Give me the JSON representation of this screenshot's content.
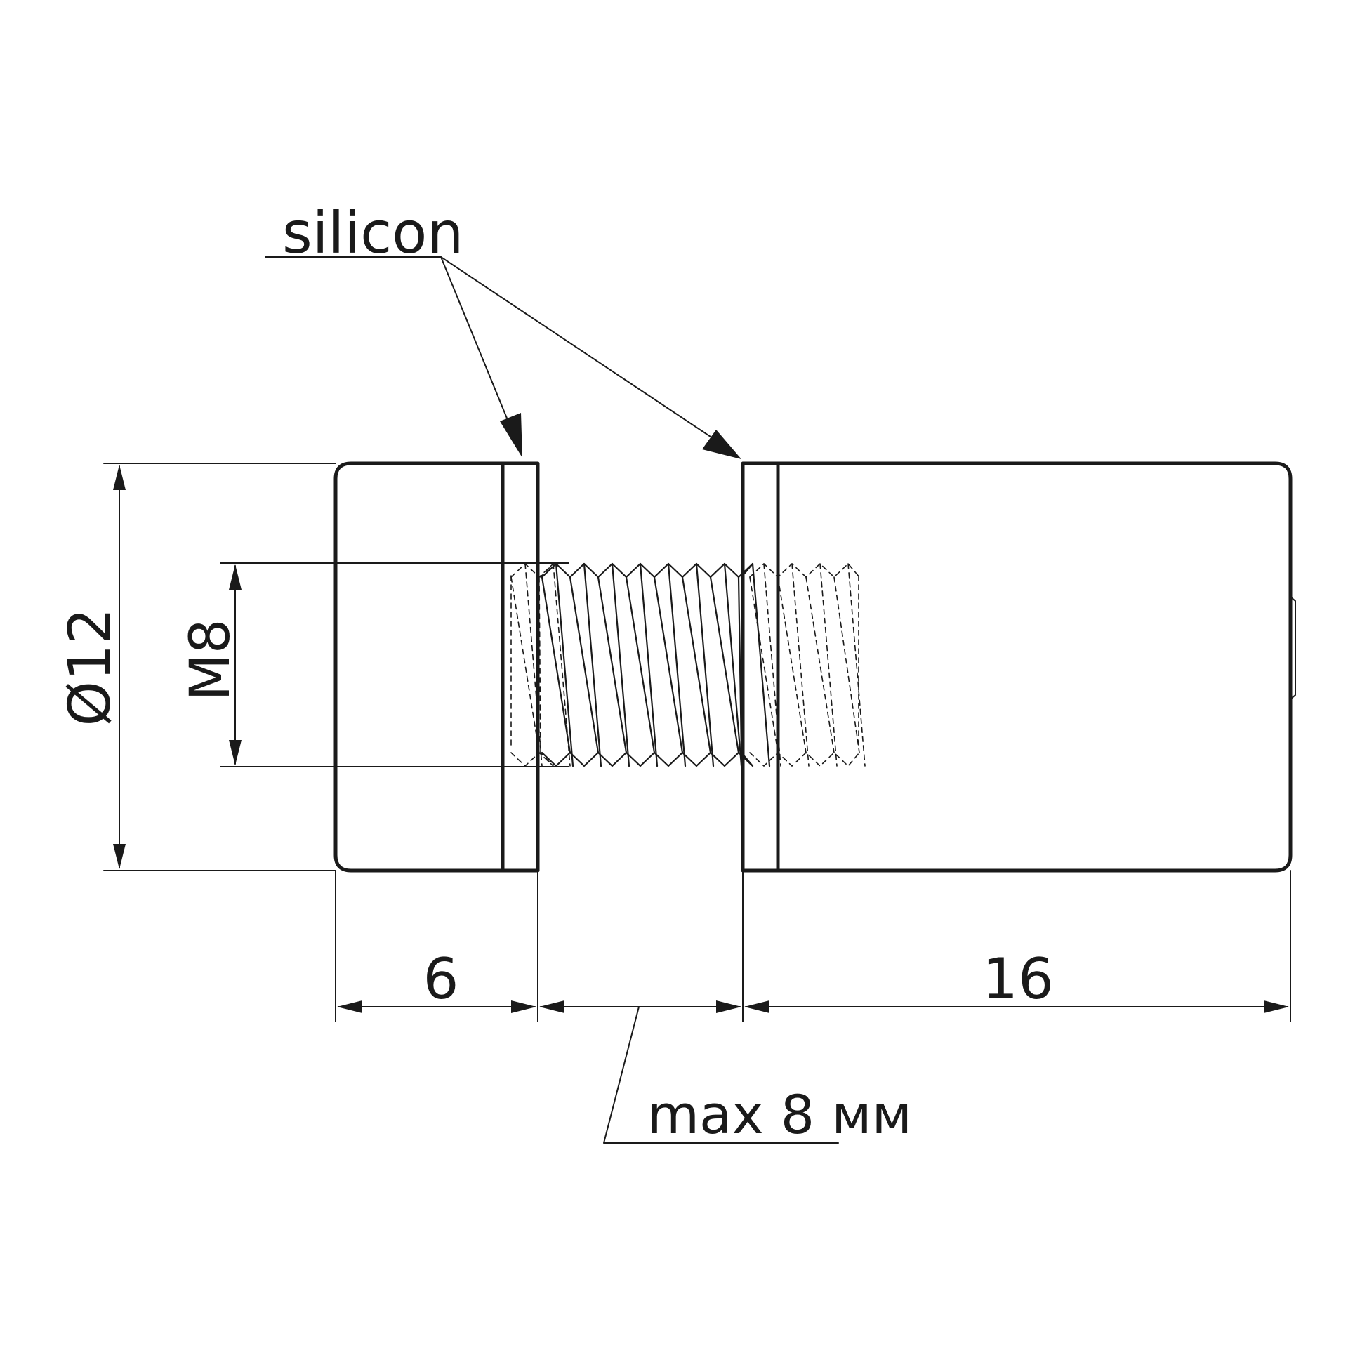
{
  "labels": {
    "silicon": "silicon",
    "diameter": "Ø12",
    "thread": "M8",
    "cap_length": "6",
    "body_length": "16",
    "gap": "max 8 мм"
  },
  "colors": {
    "ink": "#1a1a1a",
    "background": "#ffffff"
  }
}
